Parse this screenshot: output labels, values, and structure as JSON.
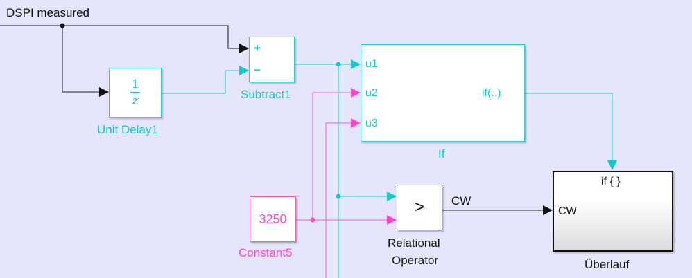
{
  "signals": {
    "input_label": "DSPI measured",
    "cw_label": "CW"
  },
  "blocks": {
    "unit_delay": {
      "numerator": "1",
      "denominator": "z",
      "name": "Unit Delay1"
    },
    "subtract": {
      "plus": "+",
      "minus": "−",
      "name": "Subtract1"
    },
    "if_block": {
      "inputs": [
        "u1",
        "u2",
        "u3"
      ],
      "output": "if(..)",
      "name": "If"
    },
    "constant": {
      "value": "3250",
      "name": "Constant5"
    },
    "relational": {
      "operator": ">",
      "name_line1": "Relational",
      "name_line2": "Operator"
    },
    "subsystem": {
      "trigger": "if { }",
      "input": "CW",
      "name": "Überlauf"
    }
  },
  "colors": {
    "background": "#e5e5fb",
    "cyan": "#13c8cc",
    "pink": "#ff44cc",
    "black": "#111111"
  }
}
